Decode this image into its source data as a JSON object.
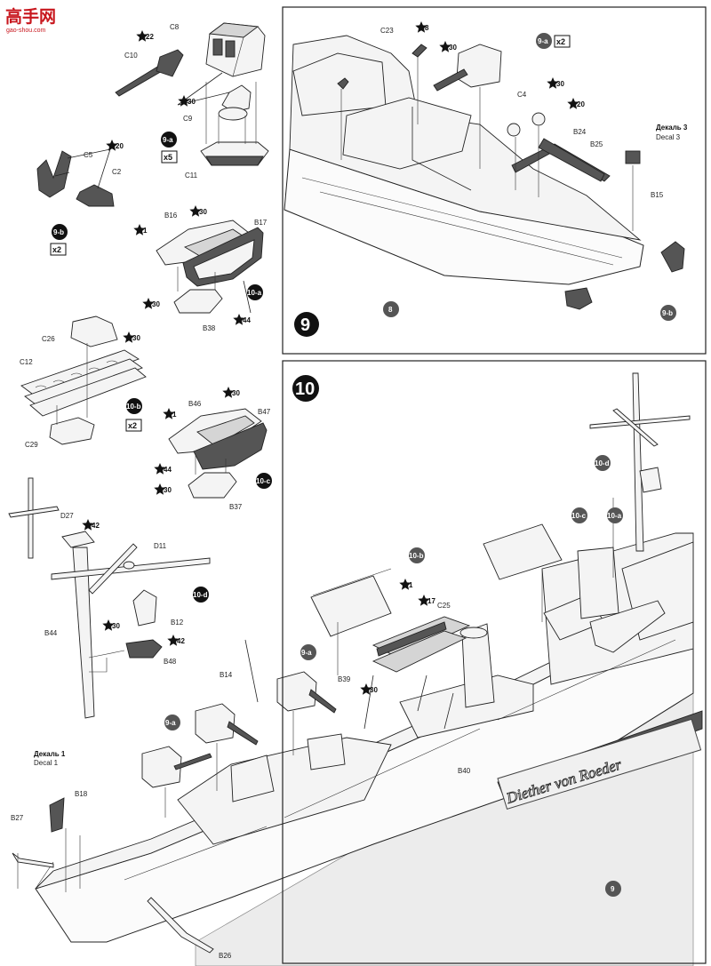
{
  "watermark": {
    "logo": "高手网",
    "url": "gao-shou.com"
  },
  "steps": {
    "step9": "9",
    "step10": "10"
  },
  "subassemblies": {
    "a9": "9-a",
    "b9": "9-b",
    "a10": "10-a",
    "b10": "10-b",
    "c10": "10-c",
    "d10": "10-d"
  },
  "multipliers": {
    "x5": "x5",
    "x2": "x2"
  },
  "color_codes": [
    "22",
    "30",
    "20",
    "1",
    "44",
    "8",
    "17",
    "42"
  ],
  "reference_parts": {
    "hull": "8",
    "stand": "9"
  },
  "parts": {
    "C8": "C8",
    "C10": "C10",
    "C9": "C9",
    "C11": "C11",
    "C5": "C5",
    "C2": "C2",
    "B16": "B16",
    "B17": "B17",
    "B38": "B38",
    "C26": "C26",
    "C12": "C12",
    "C29": "C29",
    "B46": "B46",
    "B47": "B47",
    "B37": "B37",
    "D27": "D27",
    "D11": "D11",
    "B44": "B44",
    "B12": "B12",
    "B48": "B48",
    "B14": "B14",
    "B18": "B18",
    "B27": "B27",
    "B26": "B26",
    "C23": "C23",
    "C4": "C4",
    "B24": "B24",
    "B25": "B25",
    "B15": "B15",
    "C25": "C25",
    "B39": "B39",
    "B40": "B40"
  },
  "decals": {
    "decal1_ru": "Декаль 1",
    "decal1_en": "Decal 1",
    "decal3_ru": "Декаль 3",
    "decal3_en": "Decal 3"
  },
  "ship_name": "Diether von Roeder",
  "colors": {
    "line": "#222222",
    "part_fill": "#f4f4f4",
    "part_grey": "#d5d5d5",
    "part_dark": "#555555",
    "badge": "#111111"
  }
}
